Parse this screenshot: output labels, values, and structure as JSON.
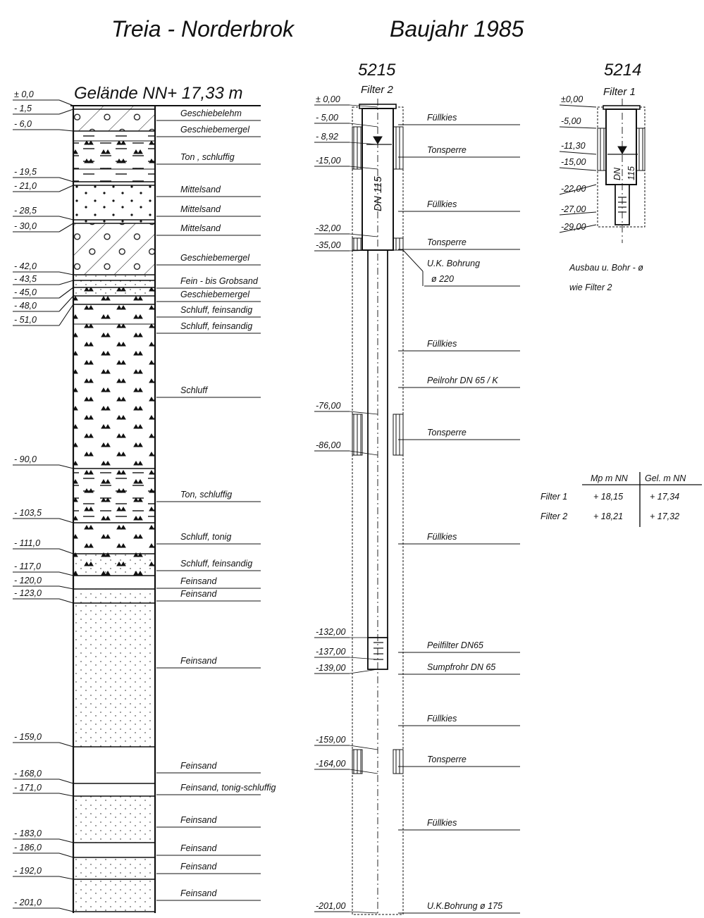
{
  "title": {
    "location": "Treia - Norderbrok",
    "year": "Baujahr 1985"
  },
  "profile": {
    "header": "Gelände NN+ 17,33 m",
    "depths": [
      "± 0,0",
      "- 1,5",
      "- 6,0",
      "- 19,5",
      "- 21,0",
      "- 28,5",
      "- 30,0",
      "- 42,0",
      "- 43,5",
      "- 45,0",
      "- 48,0",
      "- 51,0",
      "- 90,0",
      "- 103,5",
      "- 111,0",
      "- 117,0",
      "- 120,0",
      "- 123,0",
      "- 159,0",
      "- 168,0",
      "- 171,0",
      "- 183,0",
      "- 186,0",
      "- 192,0",
      "- 201,0"
    ],
    "layers": [
      "Geschiebelehm",
      "Geschiebemergel",
      "Ton , schluffig",
      "Mittelsand",
      "Mittelsand",
      "Mittelsand",
      "Geschiebemergel",
      "Fein - bis Grobsand",
      "Geschiebemergel",
      "Schluff, feinsandig",
      "Schluff, feinsandig",
      "Schluff",
      "Ton, schluffig",
      "Schluff, tonig",
      "Schluff, feinsandig",
      "Feinsand",
      "Feinsand",
      "Feinsand",
      "Feinsand",
      "Feinsand, tonig-schluffig",
      "Feinsand",
      "Feinsand",
      "Feinsand",
      "Feinsand"
    ]
  },
  "well_5215": {
    "number": "5215",
    "filter": "Filter 2",
    "casing": "DN 115",
    "depths": [
      "± 0,00",
      "- 5,00",
      "- 8,92",
      "-15,00",
      "-32,00",
      "-35,00",
      "-76,00",
      "-86,00",
      "-132,00",
      "-137,00",
      "-139,00",
      "-159,00",
      "-164,00",
      "-201,00"
    ],
    "labels": [
      "Füllkies",
      "Tonsperre",
      "Füllkies",
      "Tonsperre",
      "U.K. Bohrung",
      "ø 220",
      "Füllkies",
      "Peilrohr DN 65 / K",
      "Tonsperre",
      "Füllkies",
      "Peilfilter  DN65",
      "Sumpfrohr DN 65",
      "Füllkies",
      "Tonsperre",
      "Füllkies",
      "U.K.Bohrung ø 175"
    ]
  },
  "well_5214": {
    "number": "5214",
    "filter": "Filter 1",
    "casing_dn": "DN",
    "casing_size": "115",
    "depths": [
      "±0,00",
      "-5,00",
      "-11,30",
      "-15,00",
      "-22,00",
      "-27,00",
      "-29,00"
    ],
    "note": [
      "Ausbau u. Bohr - ø",
      "wie Filter 2"
    ]
  },
  "table": {
    "headers": [
      "Mp m NN",
      "Gel. m NN"
    ],
    "rows": [
      {
        "name": "Filter 1",
        "mp": "+ 18,15",
        "gel": "+ 17,34"
      },
      {
        "name": "Filter 2",
        "mp": "+ 18,21",
        "gel": "+ 17,32"
      }
    ]
  }
}
